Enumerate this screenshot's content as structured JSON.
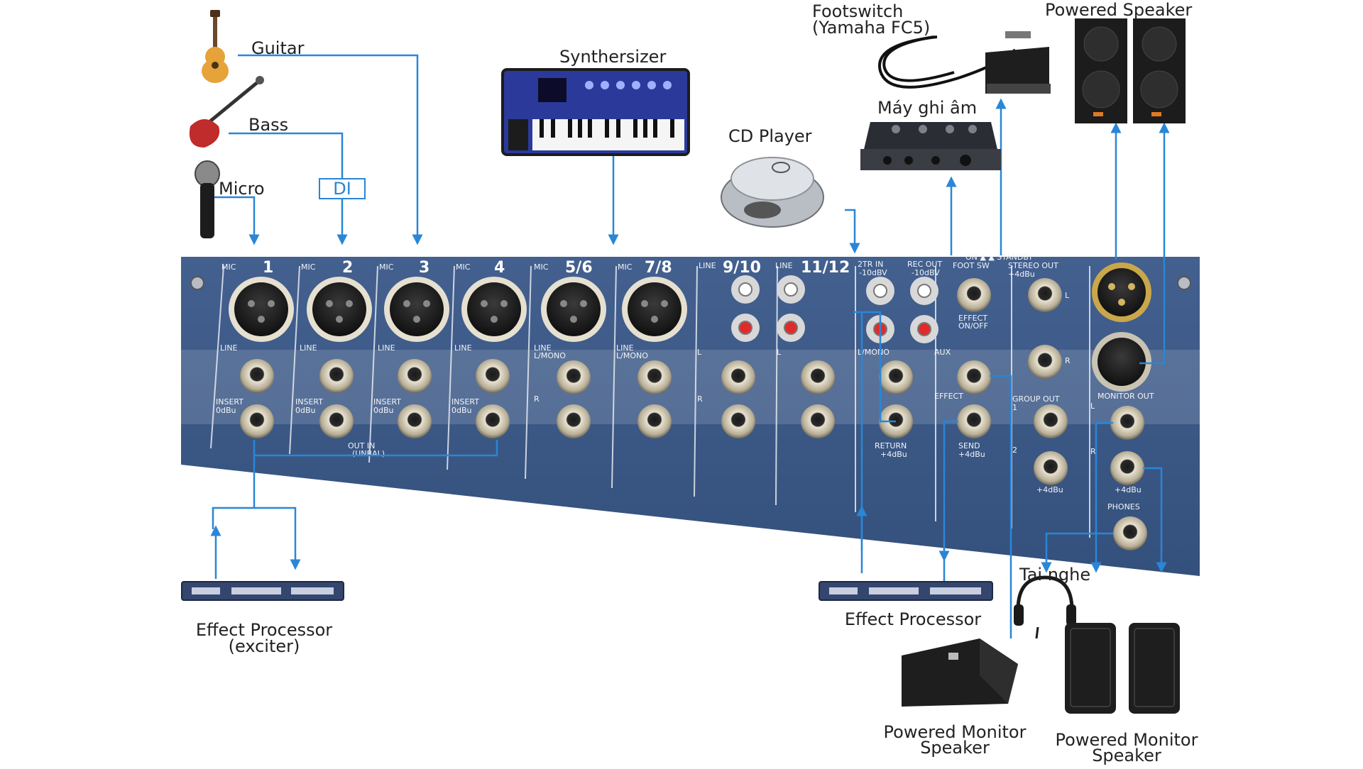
{
  "labels": {
    "guitar": "Guitar",
    "bass": "Bass",
    "micro": "Micro",
    "di": "DI",
    "synth": "Synthersizer",
    "cd": "CD Player",
    "footswitch_1": "Footswitch",
    "footswitch_2": "(Yamaha FC5)",
    "recorder": "Máy ghi âm",
    "powered_speaker": "Powered Speaker",
    "fx_left_1": "Effect Processor",
    "fx_left_2": "(exciter)",
    "fx_right": "Effect Processor",
    "headphone": "Tai nghe",
    "monitor_a_1": "Powered Monitor",
    "monitor_a_2": "Speaker",
    "monitor_b_1": "Powered Monitor",
    "monitor_b_2": "Speaker"
  },
  "panel": {
    "channels": [
      "1",
      "2",
      "3",
      "4",
      "5/6",
      "7/8",
      "9/10",
      "11/12"
    ],
    "mic": "MIC",
    "line": "LINE",
    "insert": "INSERT",
    "odbu": "0dBu",
    "lmono": "L/MONO",
    "out_in": "OUT IN",
    "unbal": "(UNBAL)",
    "twotr_in": "2TR IN",
    "rec_out": "REC OUT",
    "minus10": "-10dBV",
    "foot_sw": "FOOT SW",
    "effect_onoff_1": "EFFECT",
    "effect_onoff_2": "ON/OFF",
    "on_standby": "ON ▲  ▲ STANDBY",
    "stereo_out": "STEREO OUT",
    "plus4": "+4dBu",
    "group_out": "GROUP OUT",
    "monitor_out": "MONITOR OUT",
    "aux": "AUX",
    "effect": "EFFECT",
    "return": "RETURN",
    "send": "SEND",
    "phones": "PHONES",
    "l": "L",
    "r": "R",
    "one": "1",
    "two": "2"
  },
  "colors": {
    "panel": "#3d5685",
    "wire": "#2a86d6",
    "jack": "#c9c3b3",
    "xlr": "#2a2a2a"
  },
  "icons": [
    "guitar-icon",
    "bass-icon",
    "microphone-icon",
    "synthesizer-icon",
    "cd-player-icon",
    "footswitch-icon",
    "recorder-icon",
    "speaker-icon",
    "effect-processor-icon",
    "headphones-icon",
    "monitor-speaker-icon"
  ]
}
